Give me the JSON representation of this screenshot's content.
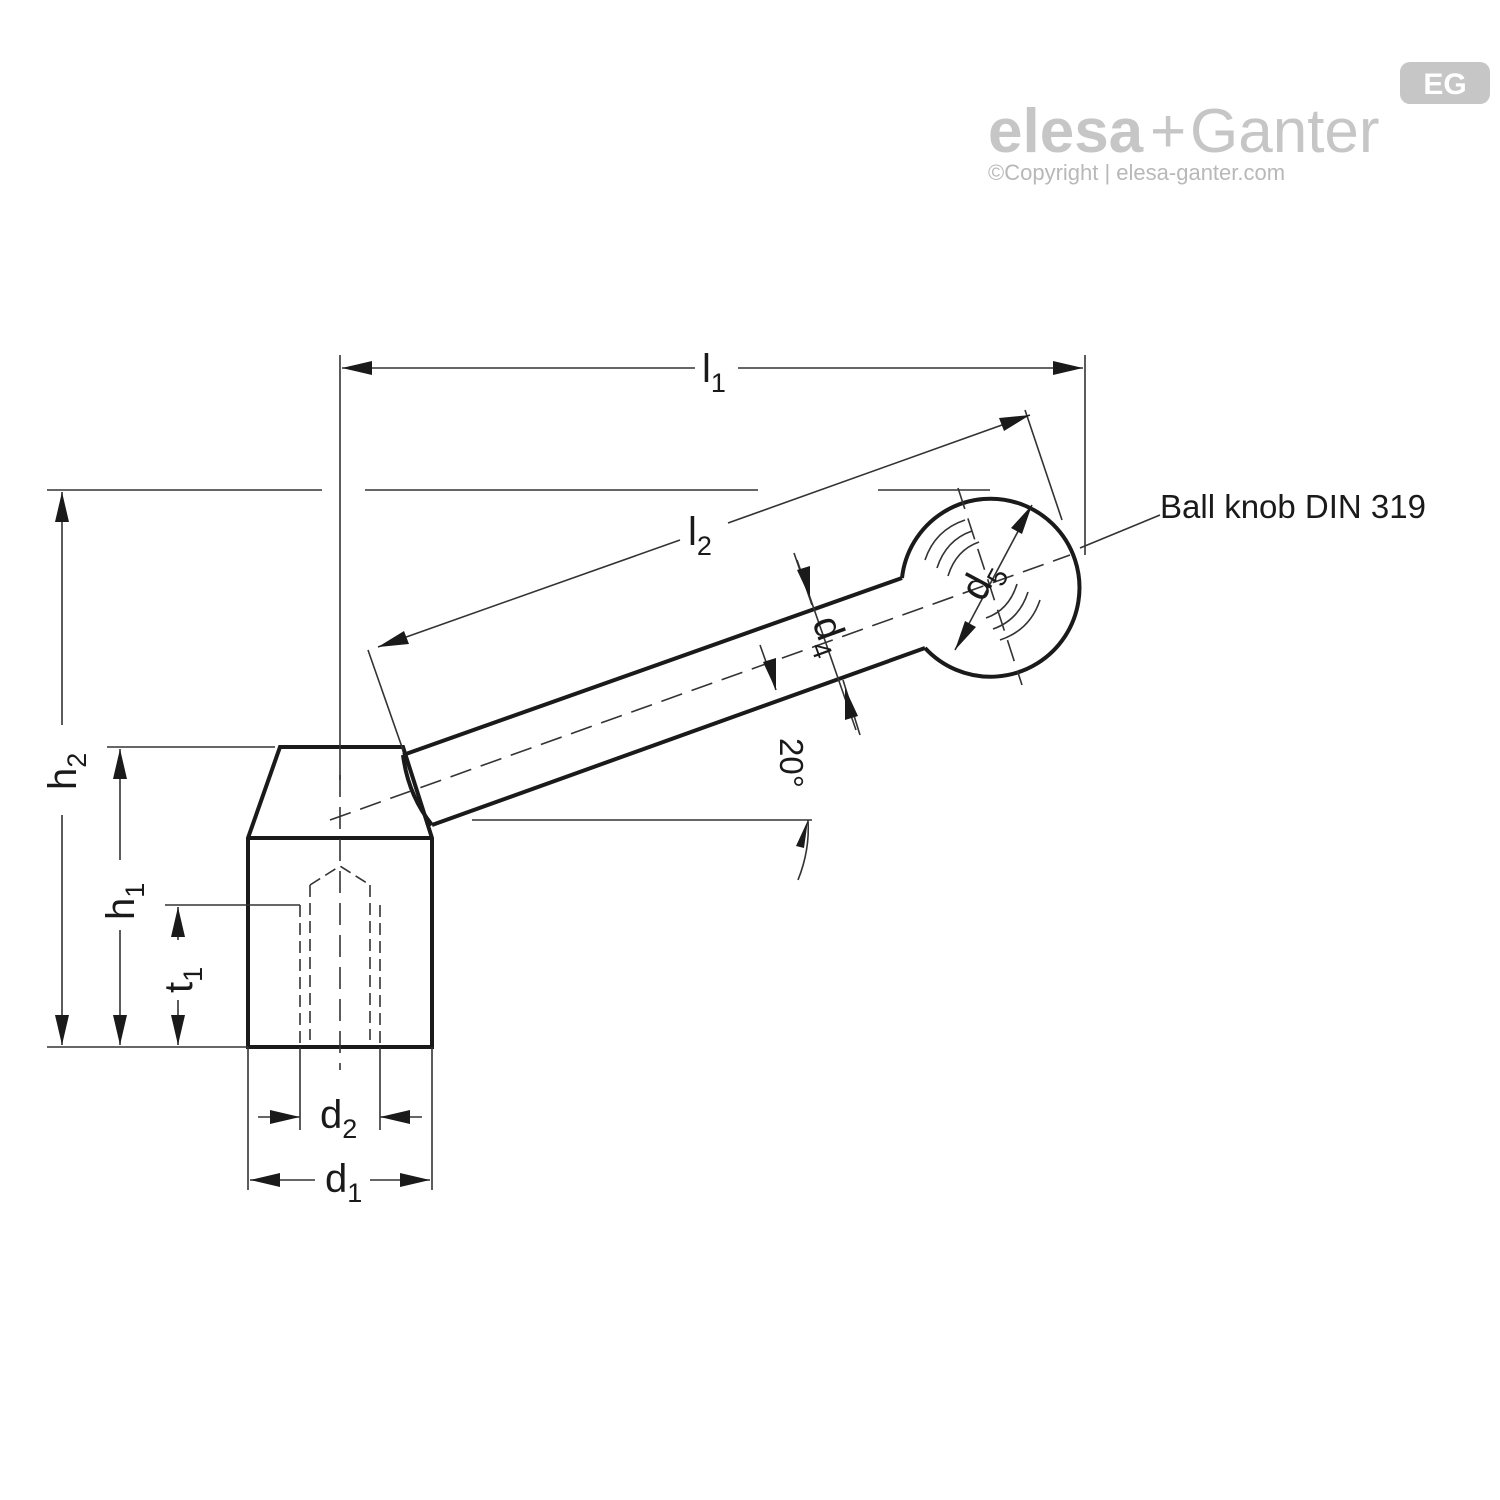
{
  "brand": {
    "logo_text_1": "elesa",
    "logo_plus": "+",
    "logo_text_2": "Ganter",
    "copyright": "©Copyright | elesa-ganter.com",
    "badge": "EG",
    "color": "#c6c6c6"
  },
  "dimensions": {
    "l1": {
      "main": "l",
      "sub": "1"
    },
    "l2": {
      "main": "l",
      "sub": "2"
    },
    "h1": {
      "main": "h",
      "sub": "1"
    },
    "h2": {
      "main": "h",
      "sub": "2"
    },
    "t1": {
      "main": "t",
      "sub": "1"
    },
    "d1": {
      "main": "d",
      "sub": "1"
    },
    "d2": {
      "main": "d",
      "sub": "2"
    },
    "d4": {
      "main": "d",
      "sub": "4"
    },
    "d5": {
      "main": "d",
      "sub": "5"
    },
    "angle": "20°"
  },
  "callout": {
    "label": "Ball knob DIN 319"
  }
}
